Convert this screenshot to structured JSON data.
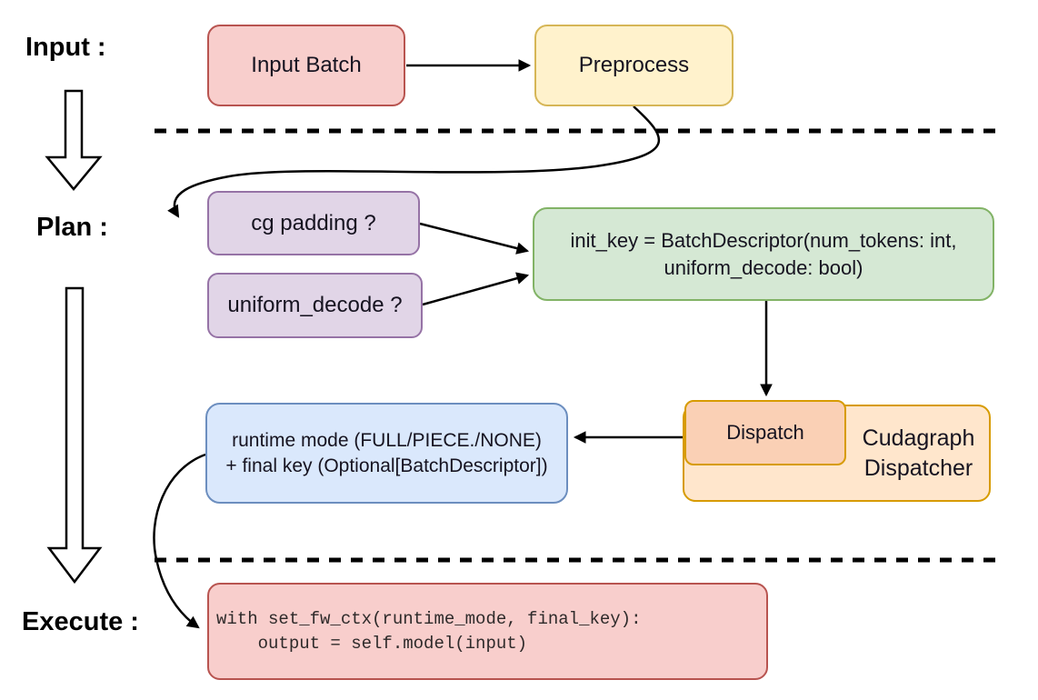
{
  "stages": {
    "input": {
      "label": "Input :"
    },
    "plan": {
      "label": "Plan :"
    },
    "execute": {
      "label": "Execute :"
    }
  },
  "nodes": {
    "input_batch": {
      "label": "Input Batch"
    },
    "preprocess": {
      "label": "Preprocess"
    },
    "cg_padding": {
      "label": "cg padding ?"
    },
    "uniform_decode": {
      "label": "uniform_decode ?"
    },
    "init_key": {
      "line1": "init_key = BatchDescriptor(num_tokens: int,",
      "line2": "uniform_decode: bool)"
    },
    "runtime_mode": {
      "line1": "runtime mode (FULL/PIECE./NONE)",
      "line2": "+ final key (Optional[BatchDescriptor])"
    },
    "dispatch": {
      "label": "Dispatch"
    },
    "cudagraph_dispatcher": {
      "line1": "Cudagraph",
      "line2": "Dispatcher"
    },
    "execute_code": {
      "line1": "with set_fw_ctx(runtime_mode, final_key):",
      "line2": "    output = self.model(input)"
    }
  },
  "icons": {
    "flow_arrow_input_to_plan": "hollow-down-arrow",
    "flow_arrow_plan_to_execute": "hollow-down-arrow"
  },
  "colors": {
    "red-fill": "#f8cecc",
    "red-stroke": "#b85450",
    "yellow-fill": "#fff2cc",
    "yellow-stroke": "#d6b656",
    "purple-fill": "#e1d5e7",
    "purple-stroke": "#9673a6",
    "green-fill": "#d5e8d4",
    "green-stroke": "#82b366",
    "blue-fill": "#dae8fc",
    "blue-stroke": "#6c8ebf",
    "orange-fill": "#ffe6cc",
    "orange-stroke": "#d79b00",
    "dispatch-fill": "#fad0b5",
    "line-color": "#000000",
    "text-color": "#161320"
  }
}
